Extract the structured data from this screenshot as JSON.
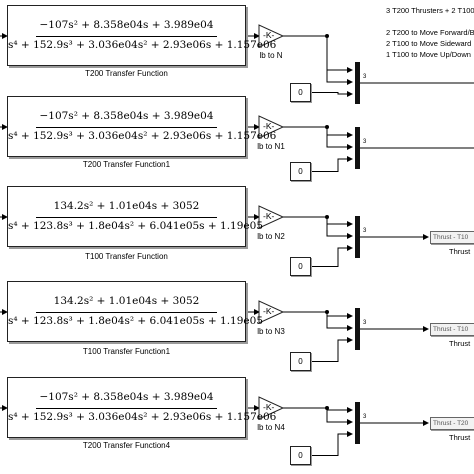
{
  "notes": [
    "3 T200 Thrusters + 2 T100",
    "2 T200 to Move Forward/B",
    "2 T100 to Move Sideward",
    "1 T100 to Move Up/Down"
  ],
  "rows": [
    {
      "numerator": "−107s² + 8.358e04s + 3.989e04",
      "denominator": "s⁴ + 152.9s³ + 3.036e04s² + 2.93e06s + 1.157e06",
      "caption": "T200 Transfer Function",
      "gain_text": "-K-",
      "gain_label": "lb to N",
      "constant": "0",
      "mux_port": "3",
      "thrust_block": "",
      "thrust_label": ""
    },
    {
      "numerator": "−107s² + 8.358e04s + 3.989e04",
      "denominator": "s⁴ + 152.9s³ + 3.036e04s² + 2.93e06s + 1.157e06",
      "caption": "T200 Transfer Function1",
      "gain_text": "-K-",
      "gain_label": "lb to N1",
      "constant": "0",
      "mux_port": "3",
      "thrust_block": "",
      "thrust_label": ""
    },
    {
      "numerator": "134.2s² + 1.01e04s + 3052",
      "denominator": "s⁴ + 123.8s³ + 1.8e04s² + 6.041e05s + 1.19e05",
      "caption": "T100 Transfer Function",
      "gain_text": "-K-",
      "gain_label": "lb to N2",
      "constant": "0",
      "mux_port": "3",
      "thrust_block": "Thrust ‐ T10",
      "thrust_label": "Thrust"
    },
    {
      "numerator": "134.2s² + 1.01e04s + 3052",
      "denominator": "s⁴ + 123.8s³ + 1.8e04s² + 6.041e05s + 1.19e05",
      "caption": "T100 Transfer Function1",
      "gain_text": "-K-",
      "gain_label": "lb to N3",
      "constant": "0",
      "mux_port": "3",
      "thrust_block": "Thrust ‐ T10",
      "thrust_label": "Thrust"
    },
    {
      "numerator": "−107s² + 8.358e04s + 3.989e04",
      "denominator": "s⁴ + 152.9s³ + 3.036e04s² + 2.93e06s + 1.157e06",
      "caption": "T200 Transfer Function4",
      "gain_text": "-K-",
      "gain_label": "lb to N4",
      "constant": "0",
      "mux_port": "3",
      "thrust_block": "Thrust ‐ T20",
      "thrust_label": "Thrust"
    }
  ]
}
